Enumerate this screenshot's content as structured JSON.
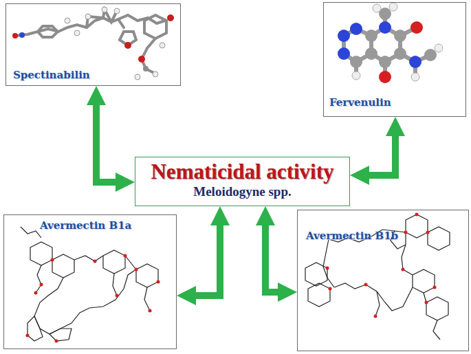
{
  "diagram": {
    "nodes": [
      {
        "text": [
          "Spectinabilin"
        ]
      },
      {
        "text": [
          "Fervenulin"
        ]
      },
      {
        "text": [
          "Nematicidal activity",
          "Meloidogyne spp."
        ]
      },
      {
        "text": [
          "Avermectin B1a"
        ]
      },
      {
        "text": [
          "Avermectin B1b"
        ]
      }
    ],
    "edges": [
      {
        "from": 0,
        "to": 2,
        "arrow": "both"
      },
      {
        "from": 1,
        "to": 2,
        "arrow": "both"
      },
      {
        "from": 2,
        "to": 3,
        "arrow": "both"
      },
      {
        "from": 2,
        "to": 4,
        "arrow": "both"
      }
    ]
  }
}
